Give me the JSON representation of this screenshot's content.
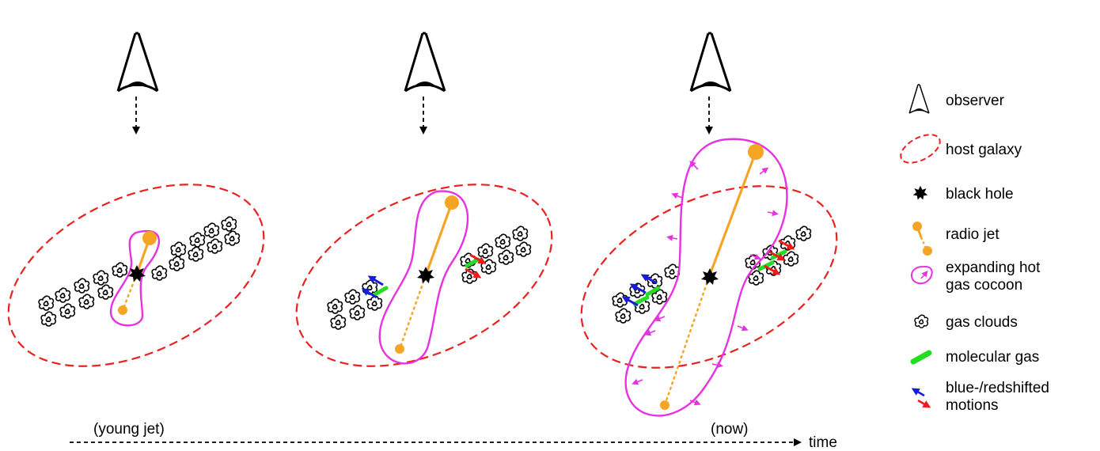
{
  "colors": {
    "galaxy": "#e8221e",
    "cocoon": "#e633e0",
    "jet": "#f5a524",
    "molecular": "#22dd22",
    "blueshift": "#1a1adf",
    "redshift": "#ee1b1b",
    "ink": "#000000"
  },
  "icons": {
    "observer": "eye-icon",
    "black_hole": "star-burst-icon",
    "gas_cloud": "cloud-icon"
  },
  "panels": [
    {
      "id": "young",
      "label": "(young jet)"
    },
    {
      "id": "middle",
      "label": ""
    },
    {
      "id": "now",
      "label": "(now)"
    }
  ],
  "timeline": {
    "label": "time"
  },
  "legend": {
    "items": [
      {
        "key": "observer",
        "label": "observer"
      },
      {
        "key": "host_galaxy",
        "label": "host galaxy"
      },
      {
        "key": "black_hole",
        "label": "black hole"
      },
      {
        "key": "radio_jet",
        "label": "radio jet"
      },
      {
        "key": "cocoon",
        "label_lines": [
          "expanding hot",
          "gas cocoon"
        ]
      },
      {
        "key": "gas_clouds",
        "label": "gas clouds"
      },
      {
        "key": "molecular_gas",
        "label": "molecular gas"
      },
      {
        "key": "motions",
        "label_lines": [
          "blue-/redshifted",
          "motions"
        ]
      }
    ]
  }
}
